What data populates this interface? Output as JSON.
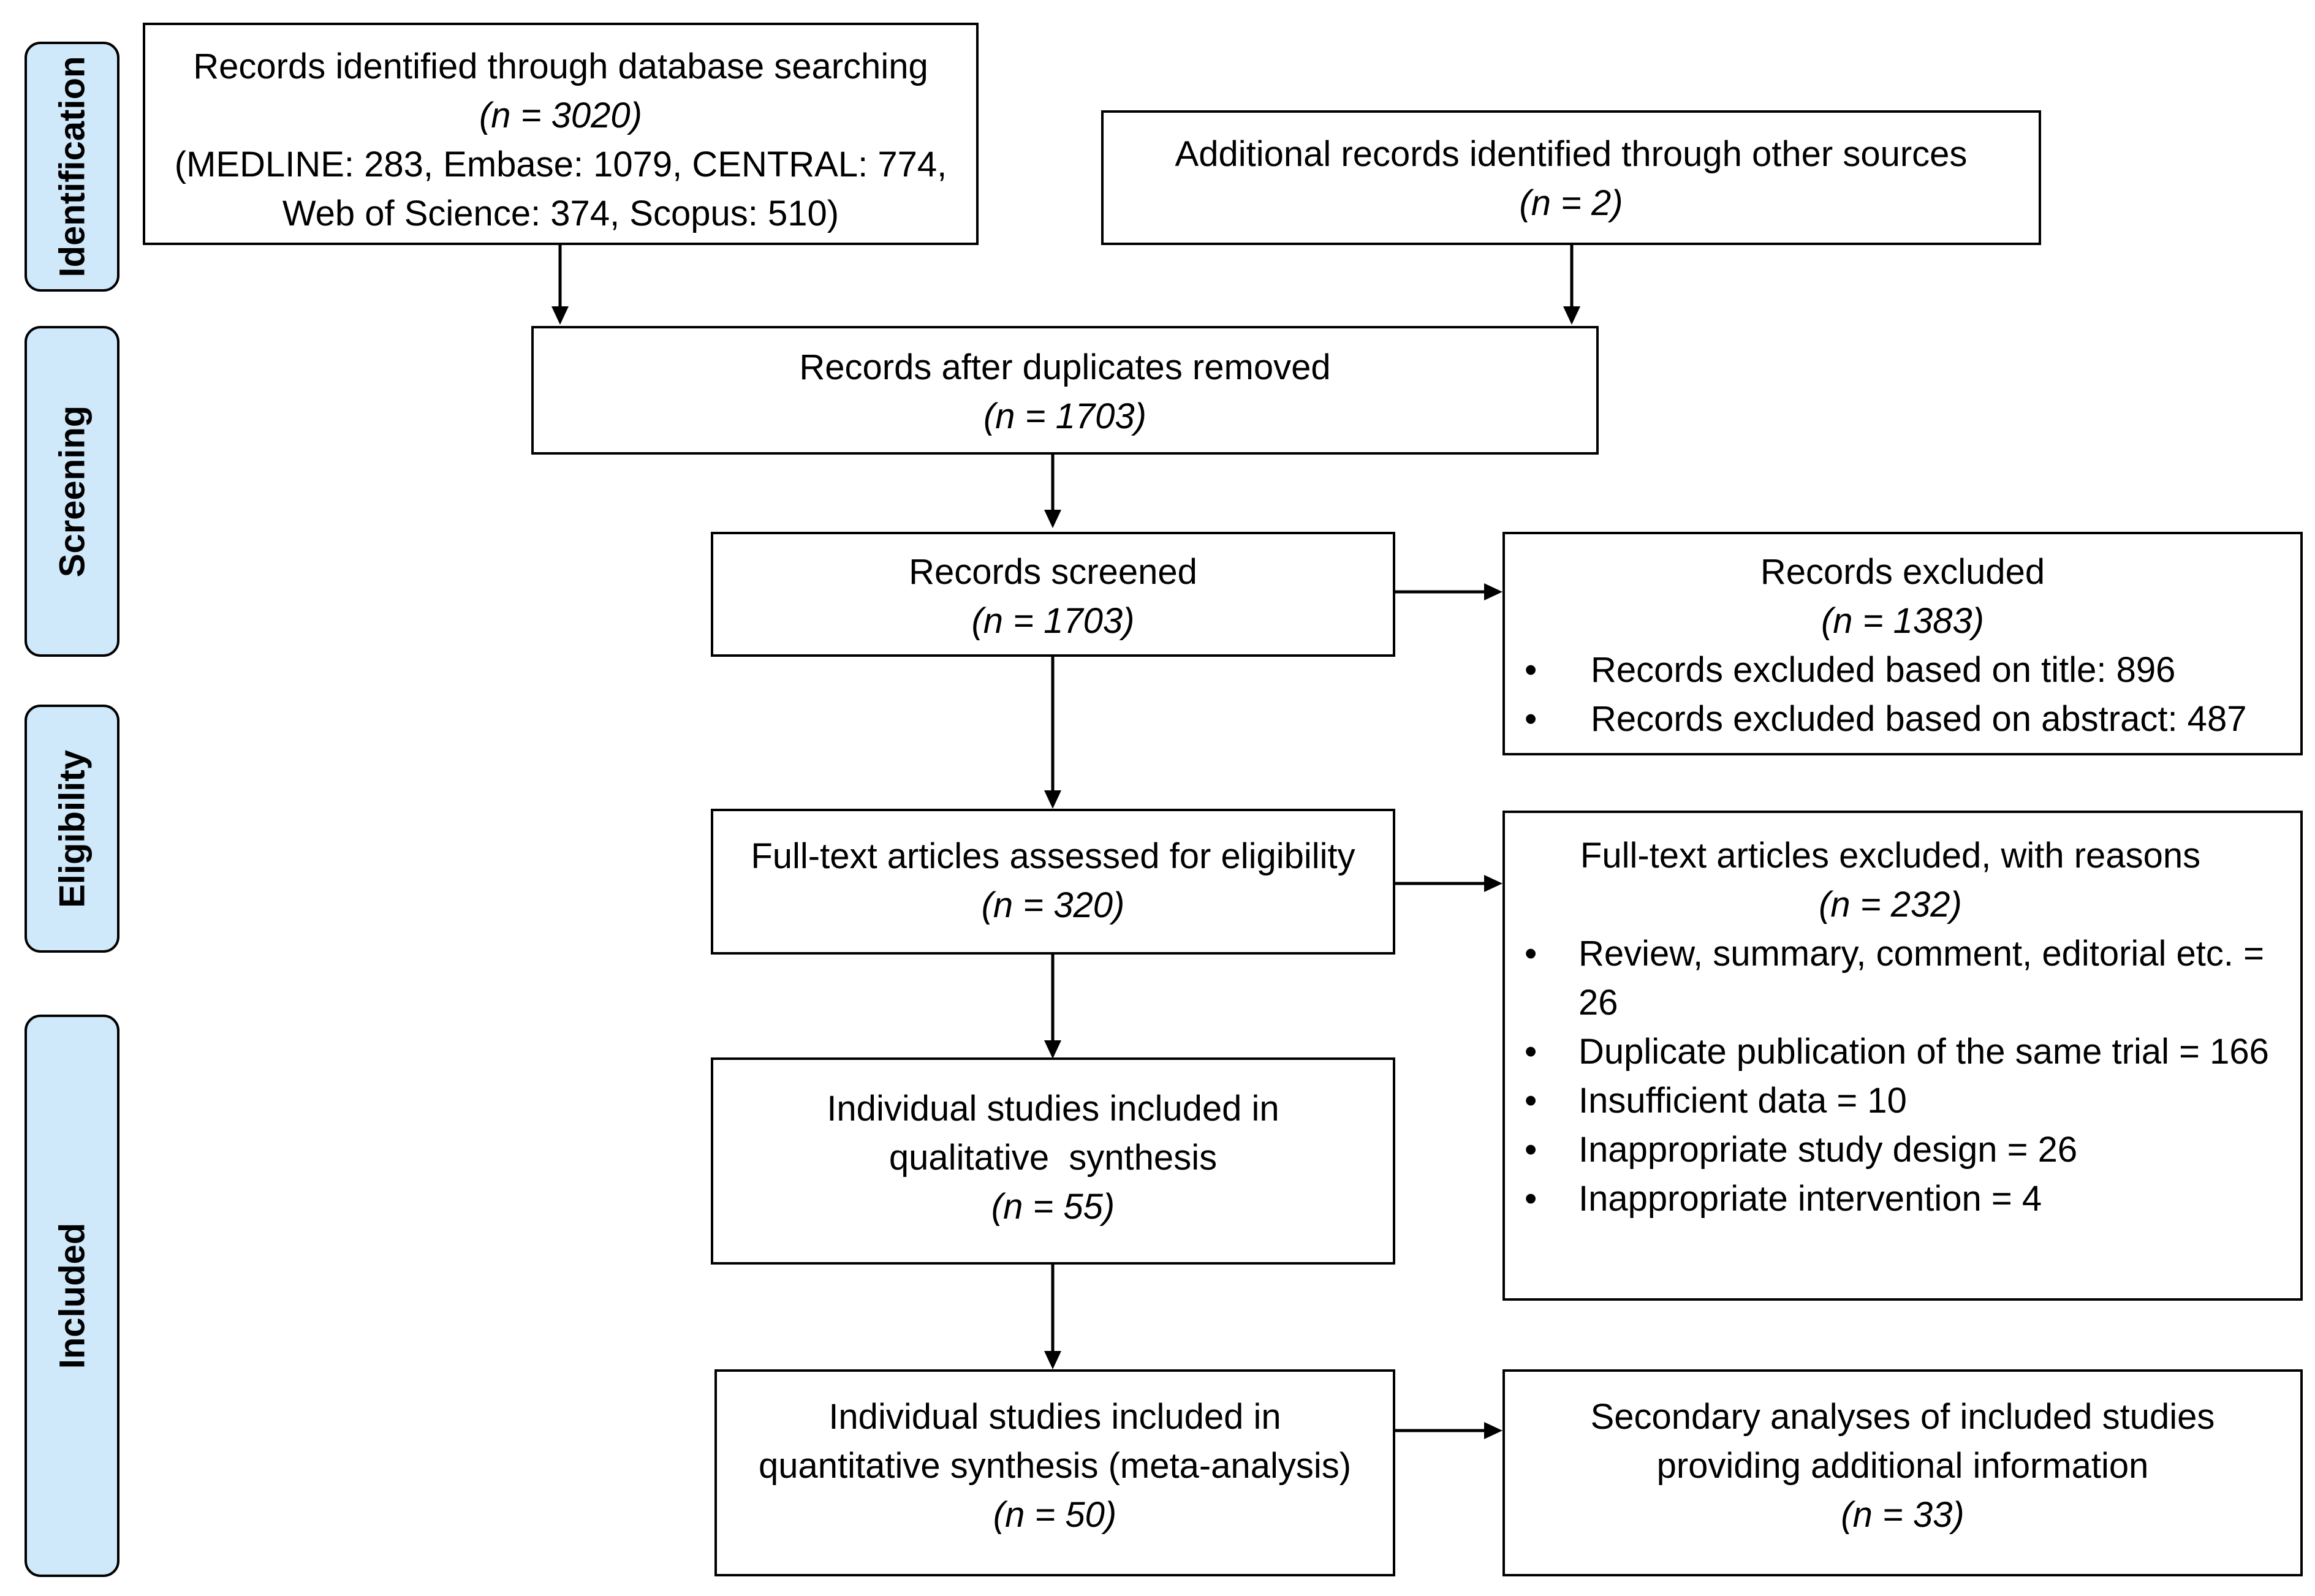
{
  "stages": [
    {
      "label": "Identification"
    },
    {
      "label": "Screening"
    },
    {
      "label": "Eligibility"
    },
    {
      "label": "Included"
    }
  ],
  "boxes": {
    "database": {
      "title": "Records identified through database searching",
      "n": "(n = 3020)",
      "detail1": "(MEDLINE: 283, Embase: 1079, CENTRAL: 774,",
      "detail2": "Web of Science: 374, Scopus: 510)"
    },
    "other_sources": {
      "title": "Additional records identified through other sources",
      "n": "(n = 2)"
    },
    "deduplicated": {
      "title": "Records after duplicates removed",
      "n": "(n = 1703)"
    },
    "screened": {
      "title": "Records screened",
      "n": "(n = 1703)"
    },
    "excluded": {
      "title": "Records excluded",
      "n": "(n = 1383)",
      "items": [
        "Records excluded based on title: 896",
        "Records excluded based on abstract: 487"
      ]
    },
    "fulltext": {
      "title": "Full-text articles assessed for eligibility",
      "n": "(n = 320)"
    },
    "fulltext_excluded": {
      "title": "Full-text articles excluded, with reasons",
      "n": "(n = 232)",
      "items": [
        "Review, summary, comment, editorial etc. = 26",
        "Duplicate publication of the same trial = 166",
        "Insufficient data = 10",
        "Inappropriate study design = 26",
        "Inappropriate intervention = 4"
      ]
    },
    "qualitative": {
      "title1": "Individual studies included in",
      "title2": "qualitative  synthesis",
      "n": "(n = 55)"
    },
    "quantitative": {
      "title1": "Individual studies included in",
      "title2": "quantitative synthesis (meta-analysis)",
      "n": "(n = 50)"
    },
    "secondary": {
      "title1": "Secondary analyses of included studies",
      "title2": "providing additional information",
      "n": "(n = 33)"
    }
  }
}
